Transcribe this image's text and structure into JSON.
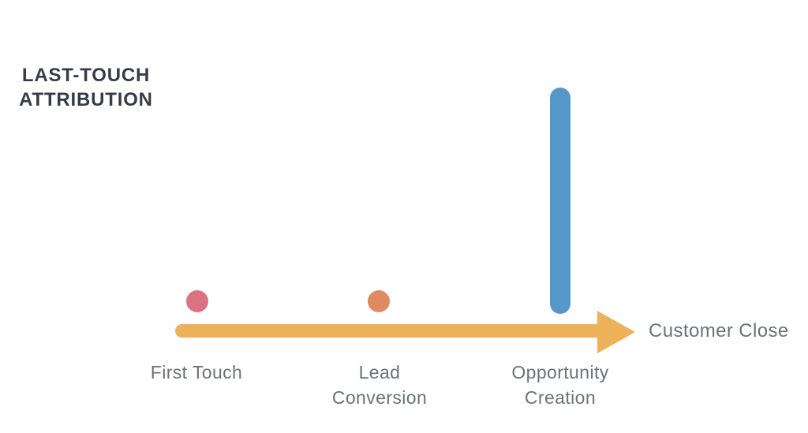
{
  "title": {
    "line1": "LAST-TOUCH",
    "line2": "ATTRIBUTION"
  },
  "diagram": {
    "type": "attribution-timeline",
    "axis": {
      "shape": "horizontal-arrow",
      "direction": "left-to-right"
    },
    "stages": [
      {
        "label": "First Touch",
        "marker": "small-dot",
        "marker_color": "#d97383"
      },
      {
        "label": "Lead Conversion",
        "marker": "small-dot",
        "marker_color": "#df8a63"
      },
      {
        "label": "Opportunity Creation",
        "marker": "tall-bar",
        "marker_color": "#5597c9"
      },
      {
        "label": "Customer Close",
        "marker": "arrow-endpoint",
        "marker_color": "#ecb159"
      }
    ]
  },
  "colors": {
    "background": "#ffffff",
    "title_text": "#363b47",
    "label_text": "#6d717b",
    "arrow": "#ecb159",
    "bar_blue": "#5597c9",
    "dot_pink": "#d97383",
    "dot_orange": "#df8a63"
  }
}
